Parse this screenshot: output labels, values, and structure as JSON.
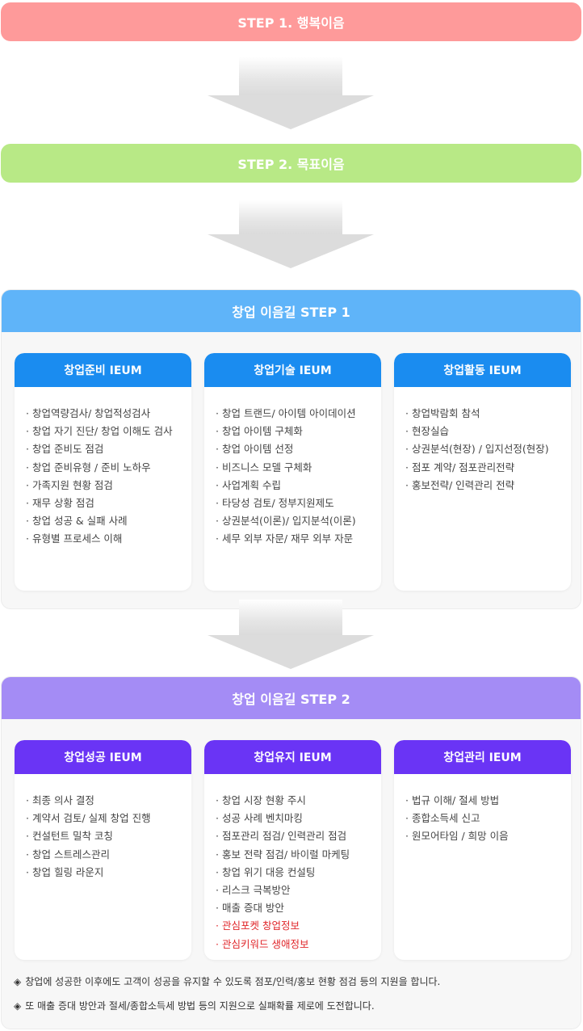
{
  "steps": [
    {
      "label": "STEP 1. 행복이음",
      "color": "#fe9a9a"
    },
    {
      "label": "STEP 2. 목표이음",
      "color": "#b8e986"
    }
  ],
  "section1": {
    "title": "창업 이음길 STEP 1",
    "header_color": "#5fb4f9",
    "card_color": "#1a8cf0",
    "cards": [
      {
        "title": "창업준비 IEUM",
        "items": [
          "창업역량검사/ 창업적성검사",
          "창업 자기 진단/ 창업 이해도 검사",
          "창업 준비도 점검",
          "창업 준비유형 / 준비 노하우",
          "가족지원 현황 점검",
          "재무 상황 점검",
          "창업 성공 & 실패 사례",
          "유형별 프로세스 이해"
        ]
      },
      {
        "title": "창업기술 IEUM",
        "items": [
          "창업 트랜드/ 아이템 아이데이션",
          "창업 아이템 구체화",
          "창업 아이템 선정",
          "비즈니스 모델 구체화",
          "사업계획 수립",
          "타당성 검토/ 정부지원제도",
          "상권분석(이론)/ 입지분석(이론)",
          "세무 외부 자문/ 재무 외부 자문"
        ]
      },
      {
        "title": "창업활동 IEUM",
        "items": [
          "창업박람회 참석",
          "현장실습",
          "상권분석(현장) / 입지선정(현장)",
          "점포 계약/ 점포관리전략",
          "홍보전략/ 인력관리 전략"
        ]
      }
    ]
  },
  "section2": {
    "title": "창업 이음길 STEP 2",
    "header_color": "#a48cf5",
    "card_color": "#6a34f5",
    "cards": [
      {
        "title": "창업성공 IEUM",
        "items": [
          "최종 의사 결정",
          "계약서 검토/ 실제 창업 진행",
          "컨설턴트 밀착 코칭",
          "창업 스트레스관리",
          "창업 힐링 라운지"
        ],
        "highlight": []
      },
      {
        "title": "창업유지 IEUM",
        "items": [
          "창업 시장 현황 주시",
          "성공 사례 벤치마킹",
          "점포관리 점검/ 인력관리 점검",
          "홍보 전략 점검/ 바이럴 마케팅",
          "창업 위기 대응 컨설팅",
          "리스크 극복방안",
          "매출 증대 방안",
          "관심포켓 창업정보",
          "관심키워드 생애정보"
        ],
        "highlight": [
          7,
          8
        ]
      },
      {
        "title": "창업관리 IEUM",
        "items": [
          "법규 이해/ 절세 방법",
          "종합소득세 신고",
          "원모어타임 / 희망 이음"
        ],
        "highlight": []
      }
    ],
    "highlight_color": "#e0262a"
  },
  "notes": [
    "창업에 성공한 이후에도 고객이 성공을 유지할 수 있도록 점포/인력/홍보 현황 점검 등의 지원을 합니다.",
    "또 매출 증대 방안과 절세/종합소득세 방법 등의 지원으로 실패확률 제로에 도전합니다."
  ]
}
